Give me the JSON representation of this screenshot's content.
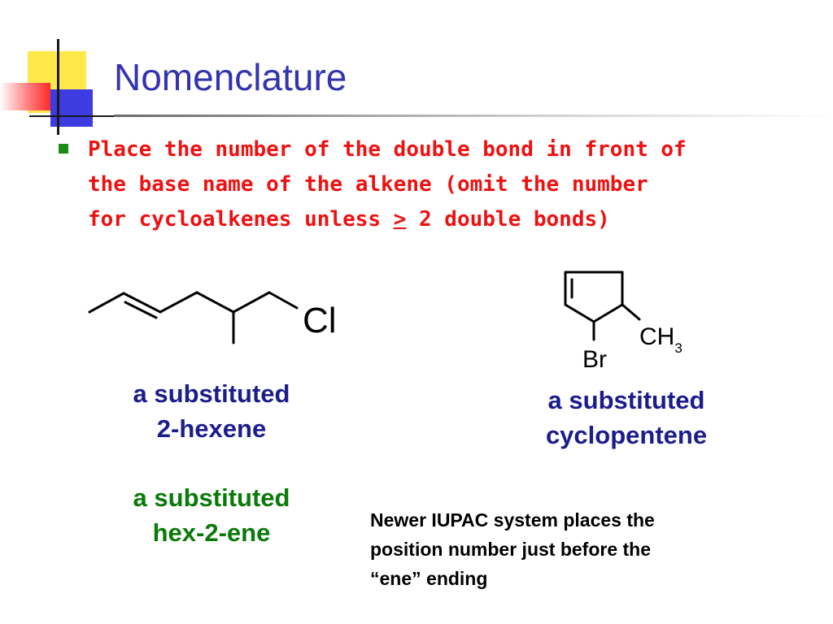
{
  "slide": {
    "title": "Nomenclature",
    "bullet": {
      "line1": "Place the number of the double bond in front of",
      "line2": "the base name of the alkene (omit the number",
      "line3_before": "for cycloalkenes unless ",
      "line3_symbol": ">",
      "line3_after": " 2 double bonds)"
    },
    "molecule_left": {
      "atom_label": "Cl",
      "caption_line1": "a substituted",
      "caption_line2": "2-hexene",
      "iupac_line1": "a substituted",
      "iupac_line2": "hex-2-ene"
    },
    "molecule_right": {
      "label_br": "Br",
      "label_ch": "CH",
      "label_sub": "3",
      "caption_line1": "a substituted",
      "caption_line2": "cyclopentene"
    },
    "note": {
      "line1": "Newer IUPAC system places the",
      "line2": "position number just before the",
      "line3": "“ene” ending"
    }
  },
  "colors": {
    "title": "#3333b0",
    "bullet_text": "#ee1111",
    "bullet_marker": "#1a8a1a",
    "caption_blue": "#1c1c8c",
    "caption_green": "#0a7a0a"
  }
}
